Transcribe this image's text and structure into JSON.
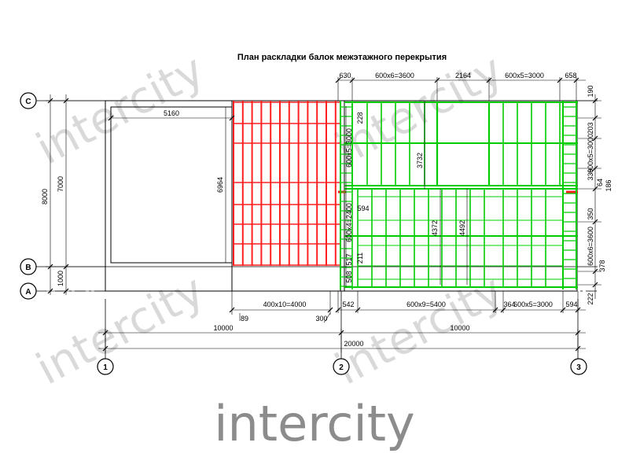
{
  "title": "План раскладки балок межэтажного перекрытия",
  "axes": {
    "rows": [
      "C",
      "B",
      "A"
    ],
    "cols": [
      "1",
      "2",
      "3"
    ]
  },
  "dims_top": [
    "630",
    "600x6=3600",
    "2164",
    "600x5=3000",
    "658"
  ],
  "dims_bottom": [
    "542",
    "600x9=5400",
    "364",
    "600x5=3000",
    "594"
  ],
  "dims_left": {
    "d8000": "8000",
    "d7000": "7000",
    "d1000": "1000"
  },
  "dims_right": [
    "190",
    "203",
    "600x5=3000",
    "339",
    "64",
    "186",
    "350",
    "600x6=3600",
    "378",
    "222"
  ],
  "inner": {
    "d5160": "5160",
    "d6964": "6964",
    "d400x10": "400x10=4000",
    "d89": "89",
    "d300": "300",
    "d228": "228",
    "d600x5": "600x5=3000",
    "d3732": "3732",
    "d4372": "4372",
    "d4492": "4492",
    "d594": "594",
    "d600x4": "600x4=2400",
    "d211": "211",
    "d517": "517",
    "d508": "508"
  },
  "dims_overall": {
    "left": "10000",
    "right": "10000",
    "total": "20000"
  },
  "watermark": "intercity",
  "colors": {
    "red_beams": "#ff2020",
    "green_beams": "#00cc00",
    "lines": "#000000"
  }
}
